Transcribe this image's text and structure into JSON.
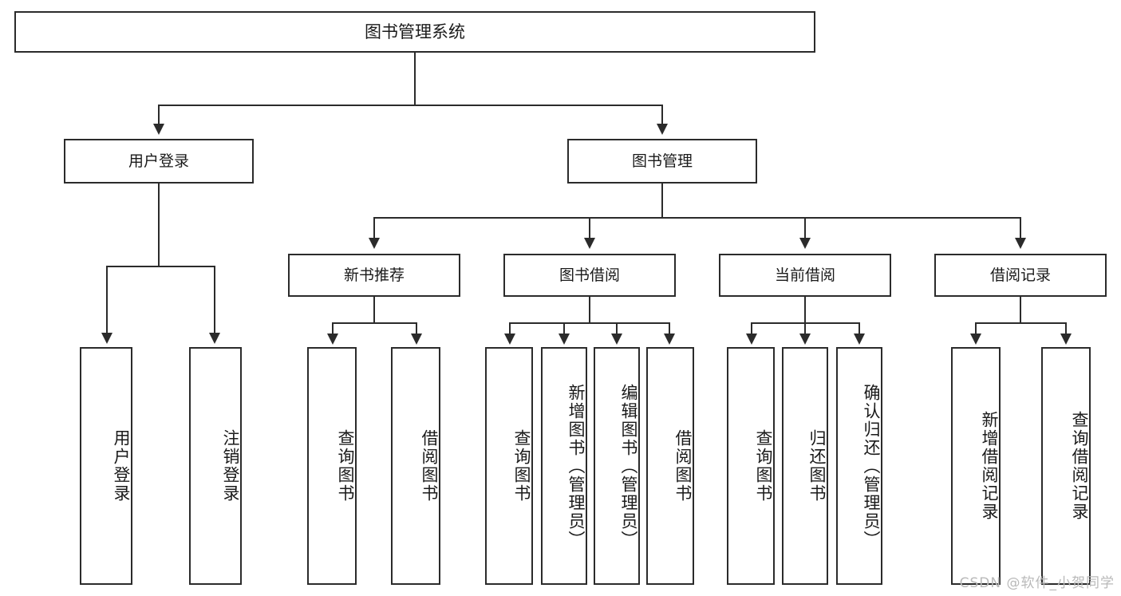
{
  "diagram": {
    "title": "图书管理系统",
    "type": "hierarchy-tree",
    "root": {
      "label": "图书管理系统"
    },
    "level2": [
      {
        "label": "用户登录"
      },
      {
        "label": "图书管理"
      }
    ],
    "groups": [
      {
        "label": "新书推荐"
      },
      {
        "label": "图书借阅"
      },
      {
        "label": "当前借阅"
      },
      {
        "label": "借阅记录"
      }
    ],
    "leaves": {
      "user_login": [
        {
          "label": "用户登录"
        },
        {
          "label": "注销登录"
        }
      ],
      "new_book_recommend": [
        {
          "label": "查询图书"
        },
        {
          "label": "借阅图书"
        }
      ],
      "book_borrow": [
        {
          "label": "查询图书"
        },
        {
          "label": "新增图书（管理员）"
        },
        {
          "label": "编辑图书（管理员）"
        },
        {
          "label": "借阅图书"
        }
      ],
      "current_borrow": [
        {
          "label": "查询图书"
        },
        {
          "label": "归还图书"
        },
        {
          "label": "确认归还（管理员）"
        }
      ],
      "borrow_record": [
        {
          "label": "新增借阅记录"
        },
        {
          "label": "查询借阅记录"
        }
      ]
    }
  },
  "watermark": {
    "text": "CSDN @软件_小贺同学"
  },
  "colors": {
    "stroke": "#2b2b2b",
    "background": "#ffffff",
    "text": "#1a1a1a",
    "watermark": "#b9b9b9"
  }
}
